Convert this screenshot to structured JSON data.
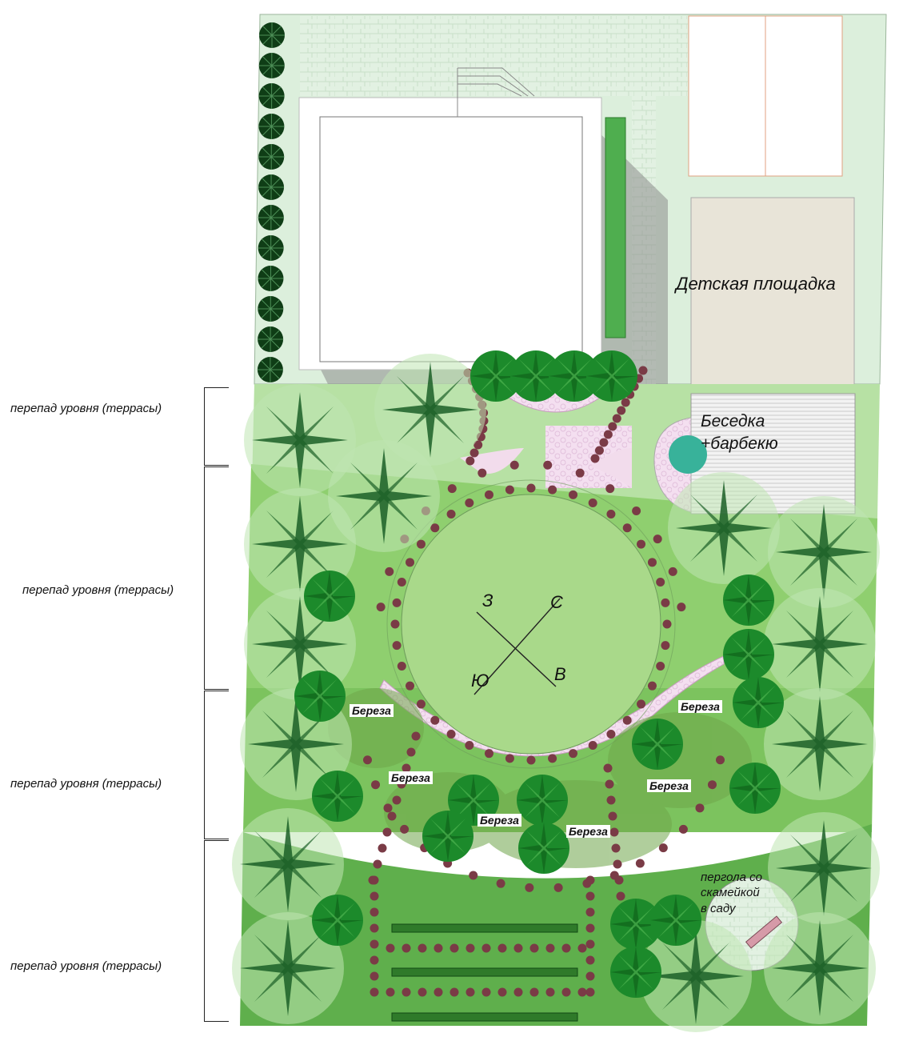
{
  "terraces": {
    "label": "перепад уровня (террасы)"
  },
  "zones": {
    "playground": "Детская площадка",
    "gazebo_line1": "Беседка",
    "gazebo_line2": "+барбекю",
    "pergola_line1": "пергола со",
    "pergola_line2": "скамейкой",
    "pergola_line3": "в саду"
  },
  "birch_label": "Береза",
  "compass": {
    "west": "З",
    "north": "С",
    "south": "Ю",
    "east": "В"
  },
  "colors": {
    "lawn_light": "#a9d98a",
    "lawn_mid": "#7cc35e",
    "lawn_dark": "#5faf4c",
    "paving": "#dcefdc",
    "path_pink": "#f2dcec",
    "dot_path": "#7a3b46",
    "tree_dark": "#1f7a2a",
    "sand": "#e8e4d8"
  }
}
